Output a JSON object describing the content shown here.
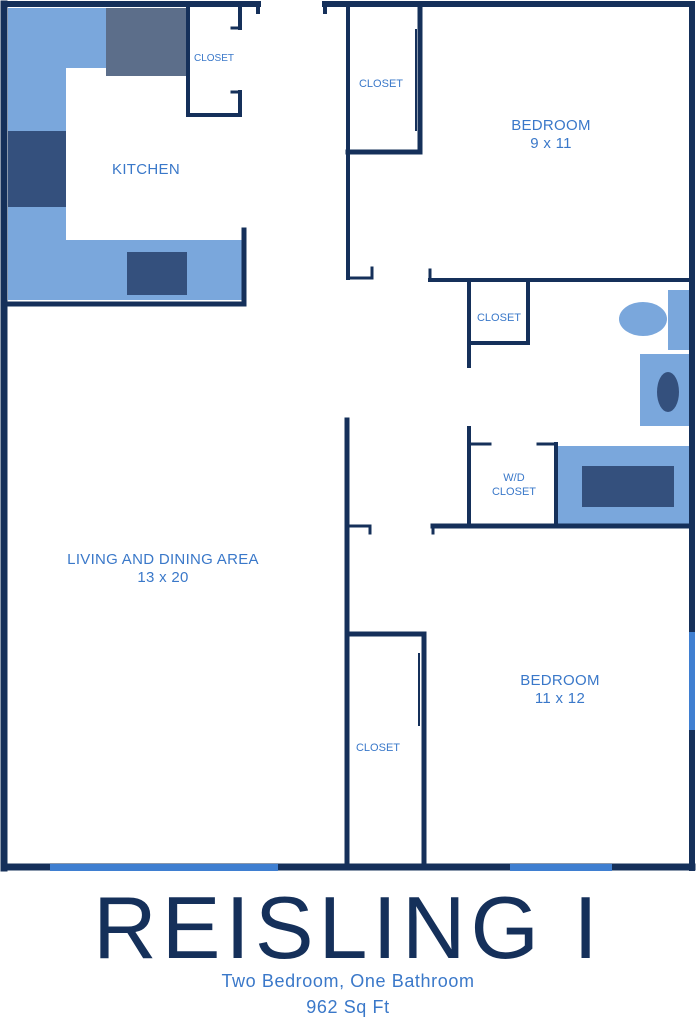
{
  "colors": {
    "wall": "#15305a",
    "counter": "#7aa7dc",
    "appliance_dark": "#34507d",
    "appliance_gray": "#5c6e8a",
    "window": "#3f7fd1",
    "label": "#3a78c9"
  },
  "rooms": {
    "kitchen": "KITCHEN",
    "kitchen_closet": "CLOSET",
    "bedroom1_closet": "CLOSET",
    "bedroom1_name": "BEDROOM",
    "bedroom1_size": "9 x 11",
    "hall_closet": "CLOSET",
    "wd_closet_line1": "W/D",
    "wd_closet_line2": "CLOSET",
    "living_name": "LIVING AND DINING AREA",
    "living_size": "13 x 20",
    "bedroom2_name": "BEDROOM",
    "bedroom2_size": "11 x 12",
    "bedroom2_closet": "CLOSET"
  },
  "fixtures": [
    "toilet-icon",
    "sink-icon",
    "bathtub-icon",
    "stove-icon",
    "refrigerator-icon",
    "kitchen-sink-icon"
  ],
  "footer": {
    "title": "REISLING I",
    "subtitle": "Two Bedroom, One Bathroom",
    "area": "962 Sq Ft"
  }
}
